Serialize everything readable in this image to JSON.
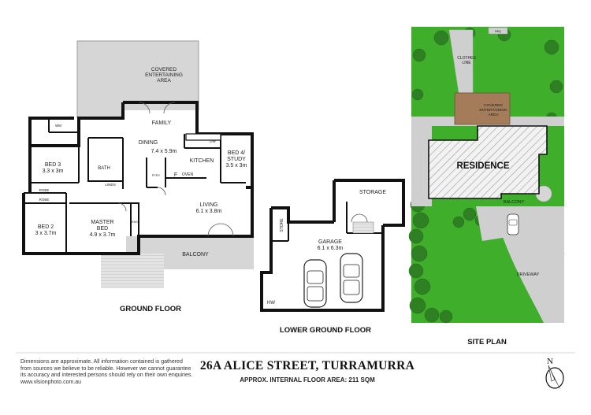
{
  "colors": {
    "wall": "#111111",
    "outdoor": "#d7d7d7",
    "lawn": "#3fae2a",
    "shrub": "#2f7f23",
    "pavement": "#cfcfcf",
    "deck": "#a47c5a",
    "background": "#ffffff"
  },
  "ground_floor": {
    "title": "GROUND FLOOR",
    "rooms": {
      "covered": [
        "COVERED",
        "ENTERTAINING",
        "AREA"
      ],
      "family": "FAMILY",
      "dining": [
        "DINING",
        "7.4 x 5.9m"
      ],
      "kitchen": "KITCHEN",
      "dw": "DW",
      "oven": "OVEN",
      "f": "F",
      "pty": "PTRY",
      "bed4": [
        "BED 4/",
        "STUDY",
        "3.5 x 3m"
      ],
      "bed3": [
        "BED 3",
        "3.3 x 3m"
      ],
      "wm": "WM",
      "bath": "BATH",
      "linen": "LINEN",
      "robe1": "ROBE",
      "robe2": "ROBE",
      "bed2": [
        "BED 2",
        "3 x 3.7m"
      ],
      "master": [
        "MASTER",
        "BED",
        "4.9 x 3.7m"
      ],
      "ens": "ENS",
      "living": [
        "LIVING",
        "6.1 x 3.8m"
      ],
      "balcony": "BALCONY"
    }
  },
  "lower_floor": {
    "title": "LOWER GROUND FLOOR",
    "rooms": {
      "storage": "STORAGE",
      "store": "STORE",
      "garage": [
        "GARAGE",
        "6.1 x 6.3m"
      ],
      "hw": "HW"
    }
  },
  "site_plan": {
    "title": "SITE PLAN",
    "labels": {
      "residence": "RESIDENCE",
      "covered": [
        "COVERED",
        "ENTERTAINING",
        "AREA"
      ],
      "clothes": [
        "CLOTHES",
        "LINE"
      ],
      "balcony": "BALCONY",
      "driveway": "DRIVEWAY",
      "bbq": "BBQ"
    }
  },
  "footer": {
    "disclaimer": [
      "Dimensions are approximate. All information contained is gathered",
      "from sources we believe to be reliable. However we cannot guarantee",
      "its accuracy and interested persons should rely on their own enquiries.",
      "www.vlsionphoto.com.au"
    ],
    "address": "26A ALICE STREET, TURRAMURRA",
    "floor_area": "APPROX. INTERNAL FLOOR AREA: 211 SQM",
    "compass_letter": "N"
  }
}
